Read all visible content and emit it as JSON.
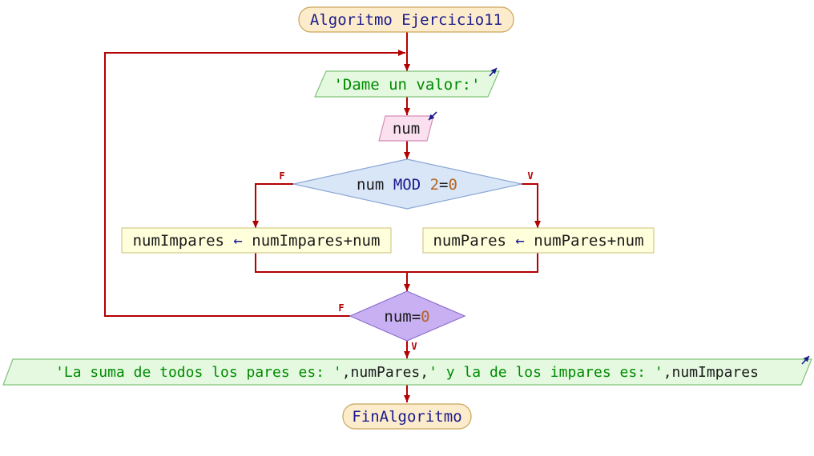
{
  "flowchart": {
    "start": {
      "keyword": "Algoritmo",
      "name": " Ejercicio11"
    },
    "prompt_output": {
      "text": "'Dame un valor:'"
    },
    "read_input": {
      "var": "num"
    },
    "decision_mod": {
      "var": "num",
      "op": " MOD ",
      "num": "2",
      "eq": "=",
      "zero": "0",
      "false_label": "F",
      "true_label": "V"
    },
    "assign_odd": {
      "target": "numImpares",
      "arrow": " ← ",
      "expr": "numImpares+num"
    },
    "assign_even": {
      "target": "numPares",
      "arrow": " ← ",
      "expr": "numPares+num"
    },
    "decision_zero": {
      "var": "num",
      "eq": "=",
      "zero": "0",
      "false_label": "F",
      "true_label": "V"
    },
    "result_output": {
      "part1": "'La suma de todos los pares es: '",
      "sep1": ",",
      "var1": "numPares",
      "sep2": ",",
      "part2": "' y la de los impares es: '",
      "sep3": ",",
      "var2": "numImpares"
    },
    "end": {
      "keyword": "FinAlgoritmo"
    }
  },
  "colors": {
    "connector": "#b30000",
    "keyword": "#1a1a8c",
    "string": "#008a00",
    "number": "#b5651d",
    "terminal_fill": "#fdeccb",
    "terminal_stroke": "#c9a55a",
    "output_fill": "#e4f9e0",
    "output_stroke": "#7fc27a",
    "input_fill": "#fbe0ef",
    "input_stroke": "#d68cb6",
    "decision1_fill": "#d9e6f8",
    "decision1_stroke": "#8aa7d3",
    "decision2_fill": "#c8b0f2",
    "decision2_stroke": "#8f6dcf",
    "assign_fill": "#ffffdc",
    "assign_stroke": "#d4c98a"
  }
}
